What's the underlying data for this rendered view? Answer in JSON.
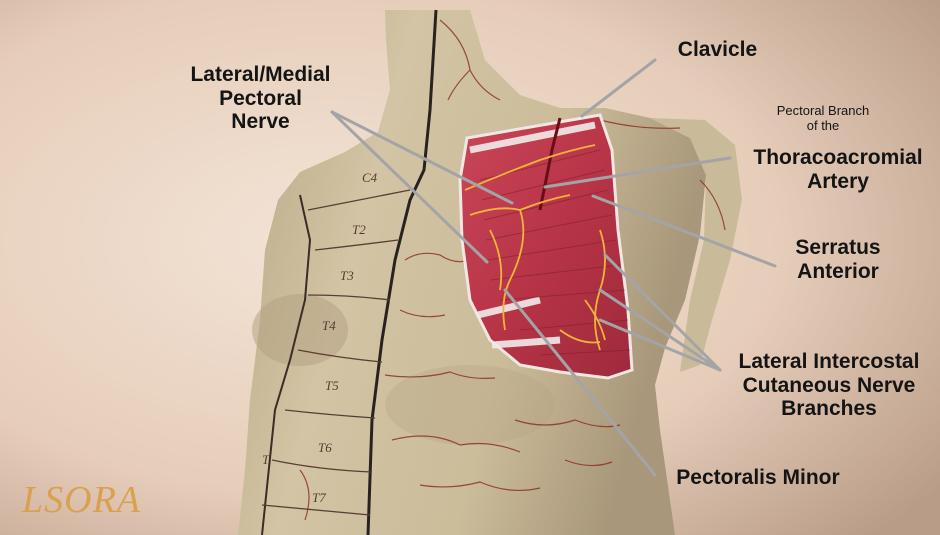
{
  "labels": {
    "lateral_medial_pectoral_nerve": [
      "Lateral/Medial",
      "Pectoral",
      "Nerve"
    ],
    "clavicle": "Clavicle",
    "pectoral_branch_caption": [
      "Pectoral Branch",
      "of the"
    ],
    "thoracoacromial_artery": [
      "Thoracoacromial",
      "Artery"
    ],
    "serratus_anterior": [
      "Serratus",
      "Anterior"
    ],
    "lateral_intercostal_cutaneous_nerve_branches": [
      "Lateral Intercostal",
      "Cutaneous Nerve",
      "Branches"
    ],
    "pectoralis_minor": "Pectoralis Minor"
  },
  "dermatomes": [
    "C4",
    "T2",
    "T3",
    "T4",
    "T5",
    "T6",
    "T7",
    "T"
  ],
  "logo": "LSORA",
  "colors": {
    "background_light": "#f3e2d5",
    "background_dark": "#b59a86",
    "skin": "#cfc09f",
    "muscle": "#c13e4f",
    "nerve": "#f0b43a",
    "vessel": "#8a2a1f",
    "pointer": "#a4a4a6",
    "logo": "#d9a14f"
  }
}
